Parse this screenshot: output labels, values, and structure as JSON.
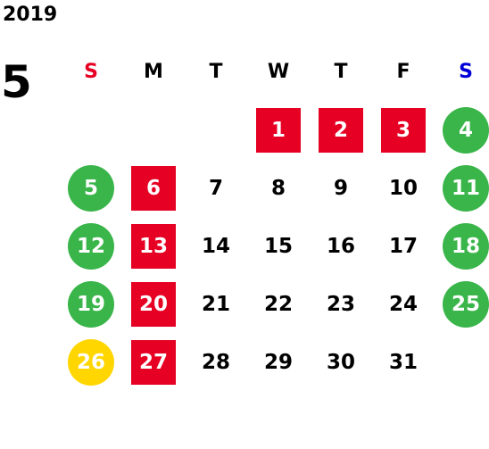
{
  "year": "2019",
  "month": "5",
  "weekdays": [
    {
      "label": "S",
      "color": "#e60023"
    },
    {
      "label": "M",
      "color": "#000000"
    },
    {
      "label": "T",
      "color": "#000000"
    },
    {
      "label": "W",
      "color": "#000000"
    },
    {
      "label": "T",
      "color": "#000000"
    },
    {
      "label": "F",
      "color": "#000000"
    },
    {
      "label": "S",
      "color": "#0000d8"
    }
  ],
  "colors": {
    "holiday_red": "#e60023",
    "weekend_green": "#39b54a",
    "highlight_yellow": "#ffd600"
  },
  "weeks": [
    [
      {
        "text": "",
        "style": "empty"
      },
      {
        "text": "",
        "style": "empty"
      },
      {
        "text": "",
        "style": "empty"
      },
      {
        "text": "1",
        "style": "red"
      },
      {
        "text": "2",
        "style": "red"
      },
      {
        "text": "3",
        "style": "red"
      },
      {
        "text": "4",
        "style": "green"
      }
    ],
    [
      {
        "text": "5",
        "style": "green"
      },
      {
        "text": "6",
        "style": "red"
      },
      {
        "text": "7",
        "style": "plain"
      },
      {
        "text": "8",
        "style": "plain"
      },
      {
        "text": "9",
        "style": "plain"
      },
      {
        "text": "10",
        "style": "plain"
      },
      {
        "text": "11",
        "style": "green"
      }
    ],
    [
      {
        "text": "12",
        "style": "green"
      },
      {
        "text": "13",
        "style": "red"
      },
      {
        "text": "14",
        "style": "plain"
      },
      {
        "text": "15",
        "style": "plain"
      },
      {
        "text": "16",
        "style": "plain"
      },
      {
        "text": "17",
        "style": "plain"
      },
      {
        "text": "18",
        "style": "green"
      }
    ],
    [
      {
        "text": "19",
        "style": "green"
      },
      {
        "text": "20",
        "style": "red"
      },
      {
        "text": "21",
        "style": "plain"
      },
      {
        "text": "22",
        "style": "plain"
      },
      {
        "text": "23",
        "style": "plain"
      },
      {
        "text": "24",
        "style": "plain"
      },
      {
        "text": "25",
        "style": "green"
      }
    ],
    [
      {
        "text": "26",
        "style": "yellow"
      },
      {
        "text": "27",
        "style": "red"
      },
      {
        "text": "28",
        "style": "plain"
      },
      {
        "text": "29",
        "style": "plain"
      },
      {
        "text": "30",
        "style": "plain"
      },
      {
        "text": "31",
        "style": "plain"
      },
      {
        "text": "",
        "style": "empty"
      }
    ]
  ]
}
